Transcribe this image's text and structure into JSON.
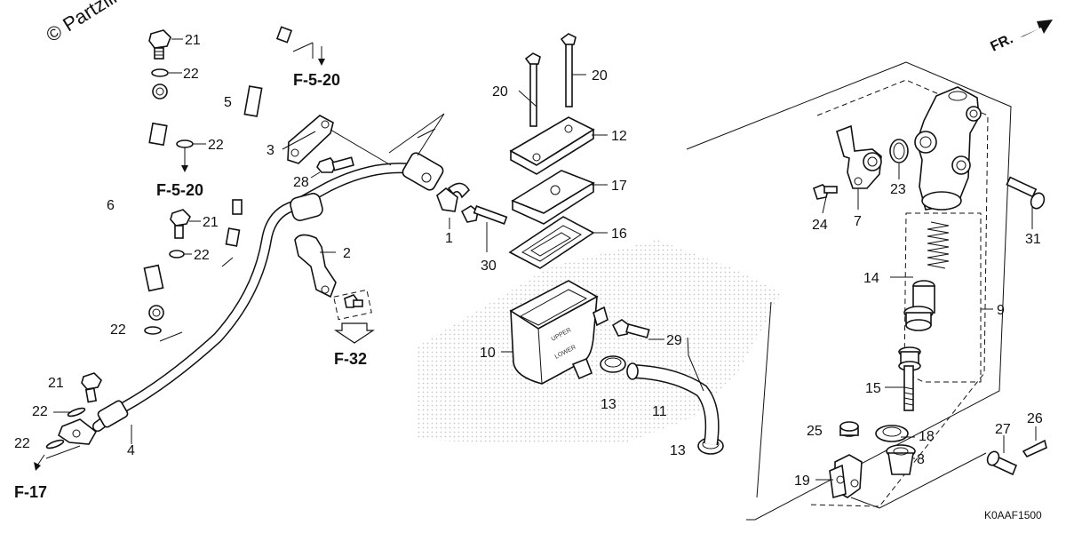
{
  "watermark": "© Partzilla",
  "front_marker": "FR.",
  "diagram_code": "K0AAF1500",
  "reservoir_marks": {
    "upper": "UPPER",
    "lower": "LOWER"
  },
  "refs": {
    "f520_top": "F-5-20",
    "f520_left": "F-5-20",
    "f32": "F-32",
    "f17": "F-17"
  },
  "callouts": [
    {
      "id": "c21a",
      "text": "21"
    },
    {
      "id": "c22a",
      "text": "22"
    },
    {
      "id": "c22b",
      "text": "22"
    },
    {
      "id": "c5",
      "text": "5"
    },
    {
      "id": "c6",
      "text": "6"
    },
    {
      "id": "c21b",
      "text": "21"
    },
    {
      "id": "c22c",
      "text": "22"
    },
    {
      "id": "c22d",
      "text": "22"
    },
    {
      "id": "c3",
      "text": "3"
    },
    {
      "id": "c28",
      "text": "28"
    },
    {
      "id": "c2",
      "text": "2"
    },
    {
      "id": "c1",
      "text": "1"
    },
    {
      "id": "c21c",
      "text": "21"
    },
    {
      "id": "c22e",
      "text": "22"
    },
    {
      "id": "c22f",
      "text": "22"
    },
    {
      "id": "c4",
      "text": "4"
    },
    {
      "id": "c20a",
      "text": "20"
    },
    {
      "id": "c20b",
      "text": "20"
    },
    {
      "id": "c12",
      "text": "12"
    },
    {
      "id": "c17",
      "text": "17"
    },
    {
      "id": "c16",
      "text": "16"
    },
    {
      "id": "c30",
      "text": "30"
    },
    {
      "id": "c10",
      "text": "10"
    },
    {
      "id": "c29",
      "text": "29"
    },
    {
      "id": "c13a",
      "text": "13"
    },
    {
      "id": "c11",
      "text": "11"
    },
    {
      "id": "c13b",
      "text": "13"
    },
    {
      "id": "c24",
      "text": "24"
    },
    {
      "id": "c7",
      "text": "7"
    },
    {
      "id": "c23",
      "text": "23"
    },
    {
      "id": "c31",
      "text": "31"
    },
    {
      "id": "c14",
      "text": "14"
    },
    {
      "id": "c9",
      "text": "9"
    },
    {
      "id": "c15",
      "text": "15"
    },
    {
      "id": "c25",
      "text": "25"
    },
    {
      "id": "c18",
      "text": "18"
    },
    {
      "id": "c8",
      "text": "8"
    },
    {
      "id": "c19",
      "text": "19"
    },
    {
      "id": "c27",
      "text": "27"
    },
    {
      "id": "c26",
      "text": "26"
    }
  ]
}
